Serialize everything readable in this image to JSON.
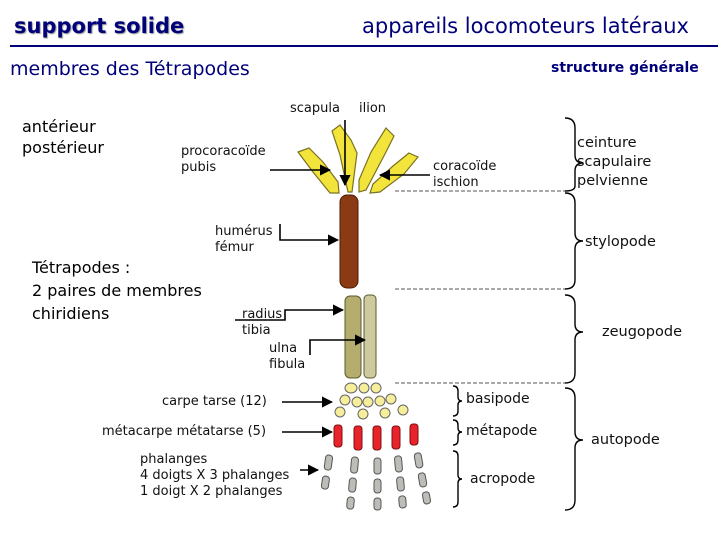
{
  "header": {
    "left_title": "support solide",
    "right_title": "appareils locomoteurs latéraux"
  },
  "subheader": {
    "left": "membres des Tétrapodes",
    "right": "structure générale"
  },
  "legend": {
    "line1": "antérieur",
    "line2": "postérieur"
  },
  "tetrapodes_note": {
    "line1": "Tétrapodes :",
    "line2": "2 paires de membres",
    "line3": "chiridiens"
  },
  "bones": {
    "scapula": "scapula",
    "ilion": "ilion",
    "procoracoide": "procoracoïde",
    "pubis": "pubis",
    "coracoide": "coracoïde",
    "ischion": "ischion",
    "humerus": "humérus",
    "femur": "fémur",
    "radius": "radius",
    "tibia": "tibia",
    "ulna": "ulna",
    "fibula": "fibula",
    "carpe_tarse": "carpe tarse (12)",
    "metacarpe_metatarse": "métacarpe métatarse (5)",
    "phalanges1": "phalanges",
    "phalanges2": "4 doigts X 3 phalanges",
    "phalanges3": "1 doigt X 2 phalanges"
  },
  "regions": {
    "ceinture1": "ceinture",
    "ceinture2": "scapulaire",
    "ceinture3": "pelvienne",
    "stylopode": "stylopode",
    "zeugopode": "zeugopode",
    "basipode": "basipode",
    "metapode": "métapode",
    "acropode": "acropode",
    "autopode": "autopode"
  },
  "colors": {
    "title_blue": "#00007a",
    "girdle_yellow": "#f2e43a",
    "stylopode_brown": "#8b3a14",
    "zeugopode_khaki": "#b4ad6e",
    "metapode_red": "#e8232a",
    "phalange_gray": "#bdbdb8"
  }
}
